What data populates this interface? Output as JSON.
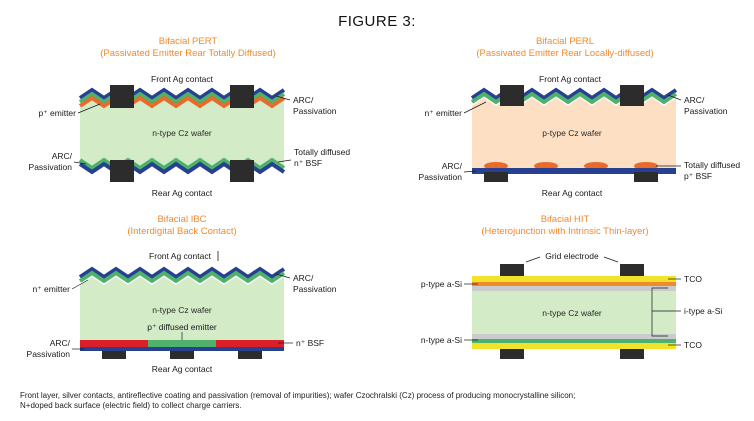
{
  "figure_title": "FIGURE 3:",
  "colors": {
    "orange_title": "#f08a2c",
    "navy": "#27408f",
    "green": "#4fb26c",
    "orange_layer": "#ea6a2c",
    "wafer_green": "#d3ebc6",
    "wafer_peach": "#fde0c4",
    "contact": "#2c2c2c",
    "red": "#d81f2a",
    "yellow": "#f2e22a",
    "gray": "#c9cbcc"
  },
  "panels": {
    "pert": {
      "title": "Bifacial PERT",
      "subtitle": "(Passivated Emitter Rear Totally Diffused)",
      "front_contact": "Front Ag contact",
      "emitter": "p⁺ emitter",
      "arc_top": "ARC/",
      "passivation_top": "Passivation",
      "wafer": "n-type Cz wafer",
      "arc_bottom": "ARC/",
      "passivation_bottom": "Passivation",
      "bsf_line1": "Totally diffused",
      "bsf_line2": "n⁺ BSF",
      "rear_contact": "Rear Ag contact"
    },
    "perl": {
      "title": "Bifacial PERL",
      "subtitle": "(Passivated Emitter Rear Locally-diffused)",
      "front_contact": "Front Ag contact",
      "emitter": "n⁺ emitter",
      "arc_top": "ARC/",
      "passivation_top": "Passivation",
      "wafer": "p-type Cz wafer",
      "arc_bottom": "ARC/",
      "passivation_bottom": "Passivation",
      "bsf_line1": "Totally diffused",
      "bsf_line2": "p⁺ BSF",
      "rear_contact": "Rear Ag contact"
    },
    "ibc": {
      "title": "Bifacial IBC",
      "subtitle": "(Interdigital Back Contact)",
      "front_contact": "Front Ag contact",
      "emitter": "n⁺ emitter",
      "arc_top": "ARC/",
      "passivation_top": "Passivation",
      "wafer": "n-type Cz wafer",
      "diffused_emitter": "p⁺ diffused emitter",
      "arc_bottom": "ARC/",
      "passivation_bottom": "Passivation",
      "bsf": "n⁺ BSF",
      "rear_contact": "Rear Ag contact"
    },
    "hit": {
      "title": "Bifacial HIT",
      "subtitle": "(Heterojunction with Intrinsic Thin-layer)",
      "grid_electrode": "Grid electrode",
      "p_layer": "p-type a-Si",
      "tco_top": "TCO",
      "i_layer": "i-type a-Si",
      "wafer": "n-type Cz wafer",
      "n_layer": "n-type a-Si",
      "tco_bottom": "TCO"
    }
  },
  "caption_line1": "Front layer, silver contacts, antireflective coating and passivation (removal of impurities); wafer Czochralski (Cz) process of producing monocrystalline silicon;",
  "caption_line2": "N+doped back surface (electric field) to collect charge carriers."
}
